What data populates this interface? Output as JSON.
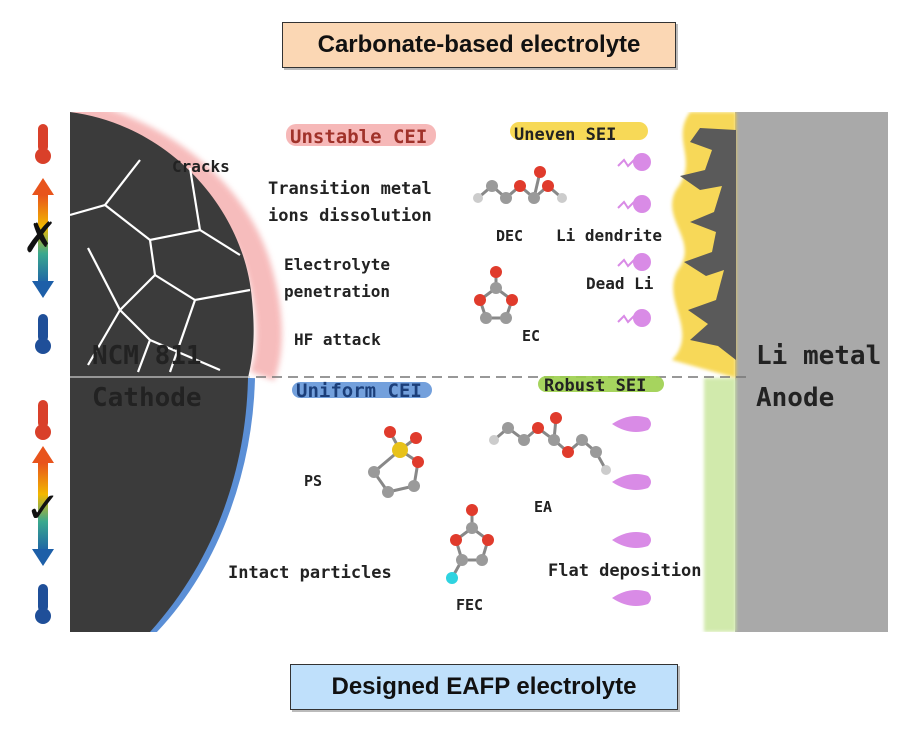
{
  "titles": {
    "top": "Carbonate-based electrolyte",
    "bottom": "Designed EAFP electrolyte"
  },
  "cathode": {
    "line1": "NCM 811",
    "line2": "Cathode",
    "cracks": "Cracks"
  },
  "anode": {
    "line1": "Li metal",
    "line2": "Anode"
  },
  "top_half": {
    "cei": "Unstable CEI",
    "sei": "Uneven SEI",
    "tm_line1": "Transition metal",
    "tm_line2": "ions dissolution",
    "pen_line1": "Electrolyte",
    "pen_line2": "penetration",
    "hf": "HF attack",
    "dec": "DEC",
    "ec": "EC",
    "dendrite": "Li dendrite",
    "dead": "Dead Li",
    "mark": "✗"
  },
  "bottom_half": {
    "cei": "Uniform CEI",
    "sei": "Robust SEI",
    "ps": "PS",
    "ea": "EA",
    "fec": "FEC",
    "intact": "Intact particles",
    "flat": "Flat deposition",
    "mark": "✓"
  },
  "colors": {
    "unstable_cei": "#f4a6a6",
    "uneven_sei": "#f6d23a",
    "uniform_cei": "#5b8fd6",
    "robust_sei": "#9ccf4c",
    "cathode": "#3b3b3b",
    "anode": "#a9a9a9",
    "li_ion": "#d98be6"
  }
}
